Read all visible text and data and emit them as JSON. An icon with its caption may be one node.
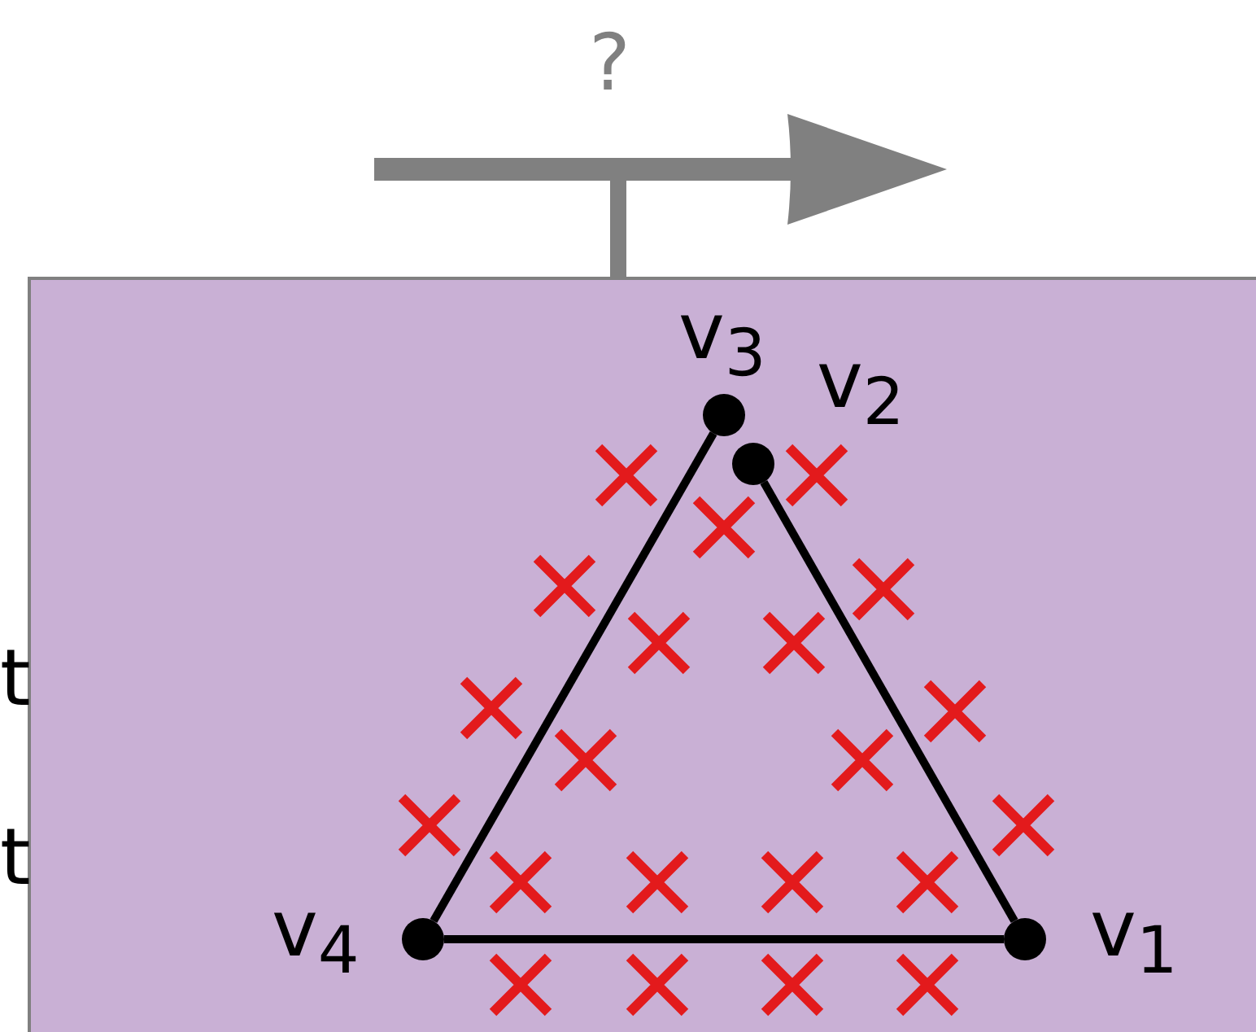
{
  "diagram": {
    "nodes": [
      {
        "text": [],
        "shape": "box"
      },
      {
        "text": [],
        "shape": "circle",
        "beside": [
          "v$_{3}$"
        ],
        "in": 0
      },
      {
        "text": [],
        "shape": "circle",
        "beside": [
          "v$_{2}$"
        ],
        "in": 0
      },
      {
        "text": [],
        "shape": "circle",
        "beside": [
          "v$_{4}$"
        ],
        "in": 0
      },
      {
        "text": [],
        "shape": "circle",
        "beside": [
          "v$_{1}$"
        ],
        "in": 0
      }
    ],
    "edges": [
      {
        "from": 1,
        "to": 3,
        "arrow": "none"
      },
      {
        "from": 2,
        "to": 4,
        "arrow": "none"
      },
      {
        "from": 3,
        "to": 4,
        "arrow": "none"
      }
    ],
    "labels": [
      "?",
      "t",
      "t"
    ]
  }
}
